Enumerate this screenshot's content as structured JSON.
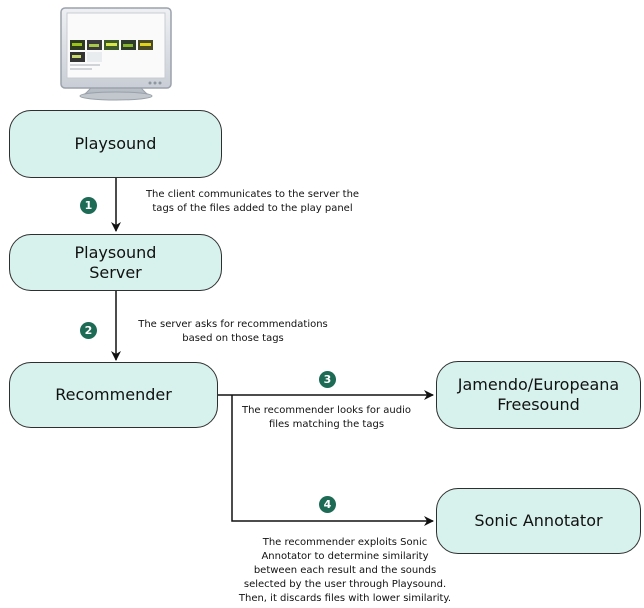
{
  "nodes": {
    "playsound": {
      "lines": [
        "Playsound"
      ]
    },
    "server": {
      "lines": [
        "Playsound",
        "Server"
      ]
    },
    "recommender": {
      "lines": [
        "Recommender"
      ]
    },
    "jamendo": {
      "lines": [
        "Jamendo/Europeana",
        "Freesound"
      ]
    },
    "sonic": {
      "lines": [
        "Sonic Annotator"
      ]
    }
  },
  "steps": [
    {
      "number": "1",
      "lines": [
        "The client communicates to the server the",
        "tags of the files added to the play panel"
      ]
    },
    {
      "number": "2",
      "lines": [
        "The server asks for recommendations",
        "based on those tags"
      ]
    },
    {
      "number": "3",
      "lines": [
        "The recommender looks for audio",
        "files matching the tags"
      ]
    },
    {
      "number": "4",
      "lines": [
        "The recommender exploits Sonic",
        "Annotator to determine similarity",
        "between each result and the sounds",
        "selected by the user through Playsound.",
        "Then, it discards files with lower similarity."
      ]
    }
  ],
  "colors": {
    "node_fill": "#d7f2ec",
    "node_border": "#2f2f2f",
    "badge": "#1d6b55",
    "arrow": "#111111"
  },
  "icons": {
    "computer": "monitor-icon"
  }
}
